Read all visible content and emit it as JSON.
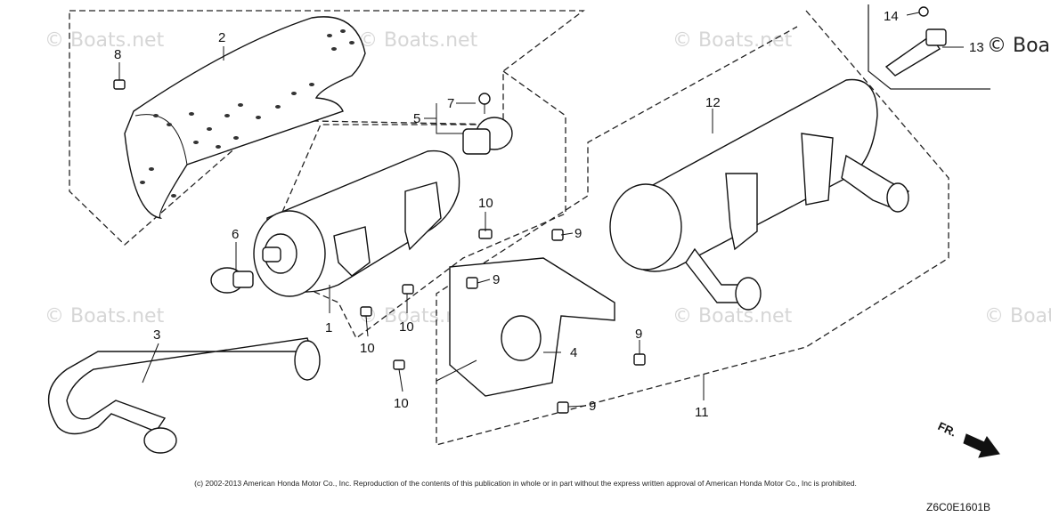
{
  "watermark": "© Boats.net",
  "watermark_partial": "© Boa",
  "watermark_cut": "© Boats",
  "callouts": {
    "c1": "1",
    "c2": "2",
    "c3": "3",
    "c4": "4",
    "c5": "5",
    "c6": "6",
    "c7": "7",
    "c8": "8",
    "c9a": "9",
    "c9b": "9",
    "c9c": "9",
    "c9d": "9",
    "c10a": "10",
    "c10b": "10",
    "c10c": "10",
    "c10d": "10",
    "c11": "11",
    "c12": "12",
    "c13": "13",
    "c14": "14"
  },
  "direction_label": "FR.",
  "copyright": "(c) 2002-2013 American Honda Motor Co., Inc. Reproduction of the contents of this publication in whole or in part without the express written approval of American Honda Motor Co., Inc is prohibited.",
  "diagram_code": "Z6C0E1601B"
}
